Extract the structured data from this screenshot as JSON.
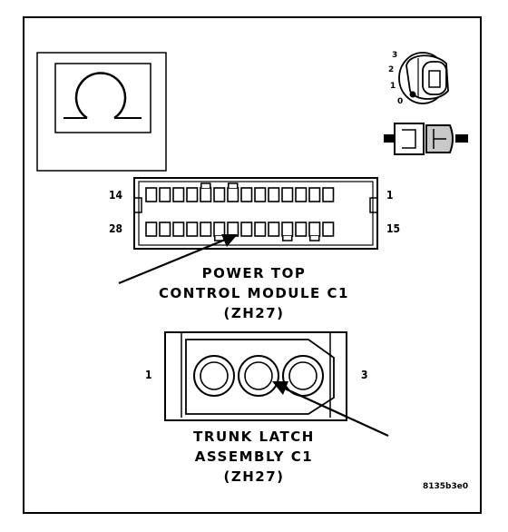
{
  "connector_c1": {
    "pin_top_left": "14",
    "pin_top_right": "1",
    "pin_bottom_left": "28",
    "pin_bottom_right": "15",
    "title_line1": "POWER TOP",
    "title_line2": "CONTROL MODULE C1",
    "title_line3": "(ZH27)"
  },
  "trunk_latch": {
    "pin_left": "1",
    "pin_right": "3",
    "title_line1": "TRUNK LATCH",
    "title_line2": "ASSEMBLY C1",
    "title_line3": "(ZH27)"
  },
  "ignition_key": {
    "positions": [
      "3",
      "2",
      "1",
      "0"
    ]
  },
  "figure_id": "8135b3e0",
  "colors": {
    "line": "#000000",
    "background": "#ffffff"
  }
}
